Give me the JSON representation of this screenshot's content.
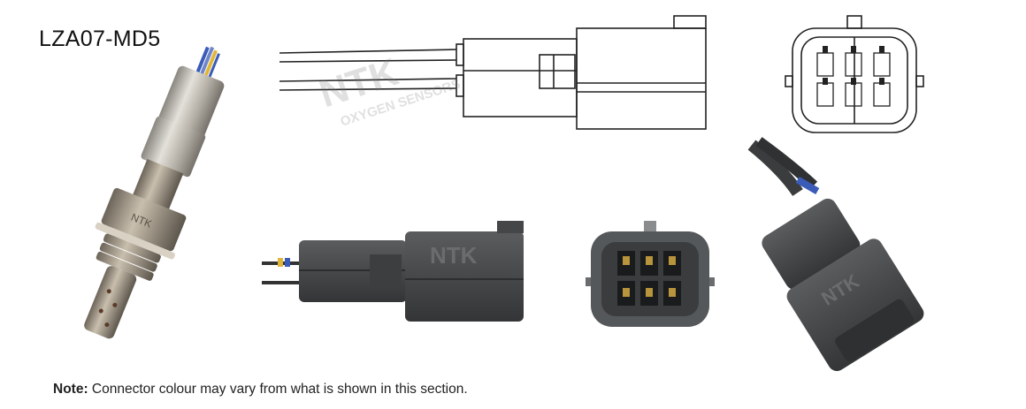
{
  "part_number": "LZA07-MD5",
  "note": {
    "label": "Note:",
    "text": "Connector colour may vary from what is shown in this section."
  },
  "brand": {
    "logo_text": "NTK",
    "watermark_line1": "NTK",
    "watermark_line2": "OXYGEN SENSORS",
    "sensor_hex_text": "NTK"
  },
  "colors": {
    "connector_body": "#4a4c4e",
    "connector_dark": "#2e3032",
    "sensor_metal": "#b8b4ac",
    "wire_blue": "#3a5bb8",
    "wire_yellow": "#e0b63a",
    "drawing_line": "#222222"
  }
}
